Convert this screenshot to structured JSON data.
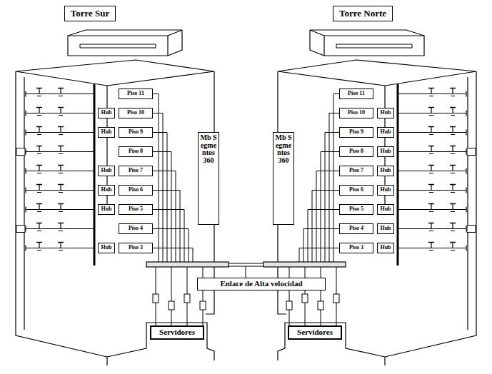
{
  "diagram": {
    "nodes": [
      {
        "text": [
          "Torre Sur"
        ]
      },
      {
        "text": [
          "Torre Norte"
        ]
      },
      {
        "text": [
          "Piso 11"
        ]
      },
      {
        "text": [
          "Piso 10"
        ]
      },
      {
        "text": [
          "Piso 9"
        ]
      },
      {
        "text": [
          "Piso 8"
        ]
      },
      {
        "text": [
          "Piso 7"
        ]
      },
      {
        "text": [
          "Piso 6"
        ]
      },
      {
        "text": [
          "Piso 5"
        ]
      },
      {
        "text": [
          "Piso 4"
        ]
      },
      {
        "text": [
          "Piso 3"
        ]
      },
      {
        "text": [
          "Hub"
        ]
      },
      {
        "text": [
          "Hub"
        ]
      },
      {
        "text": [
          "Hub"
        ]
      },
      {
        "text": [
          "Hub"
        ]
      },
      {
        "text": [
          "Hub"
        ]
      },
      {
        "text": [
          "Hub"
        ]
      },
      {
        "text": [
          "Mb Segmentos 360"
        ]
      },
      {
        "text": [
          "Piso 11"
        ]
      },
      {
        "text": [
          "Piso 10"
        ]
      },
      {
        "text": [
          "Piso 9"
        ]
      },
      {
        "text": [
          "Piso 8"
        ]
      },
      {
        "text": [
          "Piso 7"
        ]
      },
      {
        "text": [
          "Piso 6"
        ]
      },
      {
        "text": [
          "Piso 5"
        ]
      },
      {
        "text": [
          "Piso 4"
        ]
      },
      {
        "text": [
          "Piso 3"
        ]
      },
      {
        "text": [
          "Hub"
        ]
      },
      {
        "text": [
          "Hub"
        ]
      },
      {
        "text": [
          "Hub"
        ]
      },
      {
        "text": [
          "Hub"
        ]
      },
      {
        "text": [
          "Hub"
        ]
      },
      {
        "text": [
          "Hub"
        ]
      },
      {
        "text": [
          "Hub"
        ]
      },
      {
        "text": [
          "Hub"
        ]
      },
      {
        "text": [
          "Mb Segmentos 360"
        ]
      },
      {
        "text": [
          "Enlace de Alta velocidad"
        ]
      },
      {
        "text": [
          "Servidores"
        ]
      },
      {
        "text": [
          "Servidores"
        ]
      }
    ]
  }
}
